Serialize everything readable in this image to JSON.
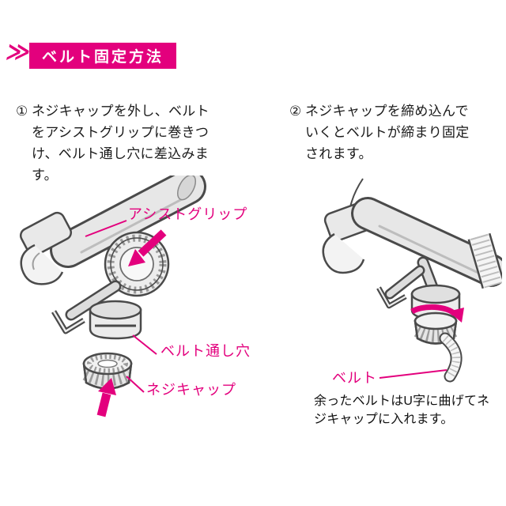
{
  "colors": {
    "accent": "#e3007d",
    "ink": "#1a1a1a",
    "line_art": "#4a4a4a"
  },
  "header": {
    "chevron": "≫",
    "title": "ベルト固定方法"
  },
  "steps": [
    {
      "number": "①",
      "text": "ネジキャップを外し、ベルトをアシストグリップに巻きつけ、ベルト通し穴に差込みます。"
    },
    {
      "number": "②",
      "text": "ネジキャップを締め込んでいくとベルトが締まり固定されます。"
    }
  ],
  "figure_left": {
    "labels": {
      "assist_grip": "アシストグリップ",
      "belt_hole": "ベルト通し穴",
      "screw_cap": "ネジキャップ"
    }
  },
  "figure_right": {
    "labels": {
      "belt": "ベルト"
    },
    "note": "余ったベルトはU字に曲げてネジキャップに入れます。"
  }
}
